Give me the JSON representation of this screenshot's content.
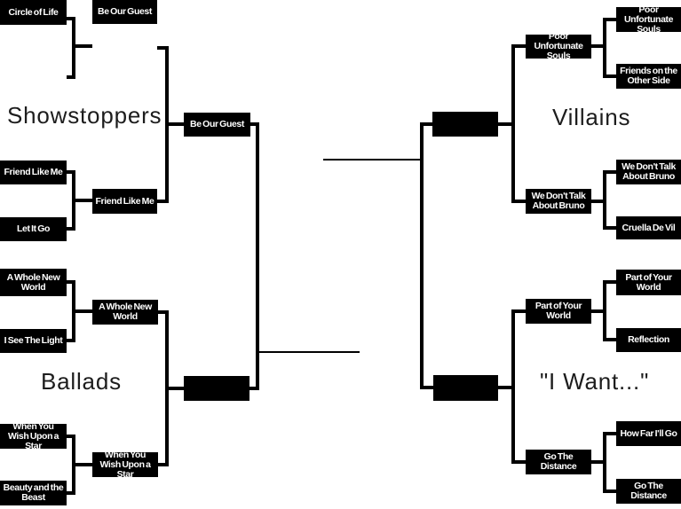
{
  "colors": {
    "background": "#ffffff",
    "box_bg": "#000000",
    "box_text": "#ffffff",
    "line": "#000000",
    "title_text": "#1d1d1d"
  },
  "bracket": {
    "showstoppers": {
      "title": "Showstoppers",
      "match1": {
        "a": "Be Our Guest",
        "b": "Circle of Life",
        "winner": "Be Our Guest"
      },
      "match2": {
        "a": "Friend Like Me",
        "b": "Let It Go",
        "winner": "Friend Like Me"
      },
      "winner": "Be Our Guest"
    },
    "ballads": {
      "title": "Ballads",
      "match1": {
        "a": "A Whole New World",
        "b": "I See The Light",
        "winner": "A Whole New World"
      },
      "match2": {
        "a": "When You Wish Upon a Star",
        "b": "Beauty and the Beast",
        "winner": "When You Wish Upon a Star"
      },
      "winner": ""
    },
    "villains": {
      "title": "Villains",
      "match1": {
        "a": "Poor Unfortunate Souls",
        "b": "Friends on the Other Side",
        "winner": "Poor Unfortunate Souls"
      },
      "match2": {
        "a": "We Don't Talk About Bruno",
        "b": "Cruella De Vil",
        "winner": "We Don't Talk About Bruno"
      },
      "winner": ""
    },
    "i_want": {
      "title": "\"I Want...\"",
      "match1": {
        "a": "Part of Your World",
        "b": "Reflection",
        "winner": "Part of Your World"
      },
      "match2": {
        "a": "How Far I'll Go",
        "b": "Go The Distance",
        "winner": "Go The Distance"
      },
      "winner": ""
    },
    "final": {
      "left_finalist": "",
      "right_finalist": "",
      "champion": ""
    }
  }
}
